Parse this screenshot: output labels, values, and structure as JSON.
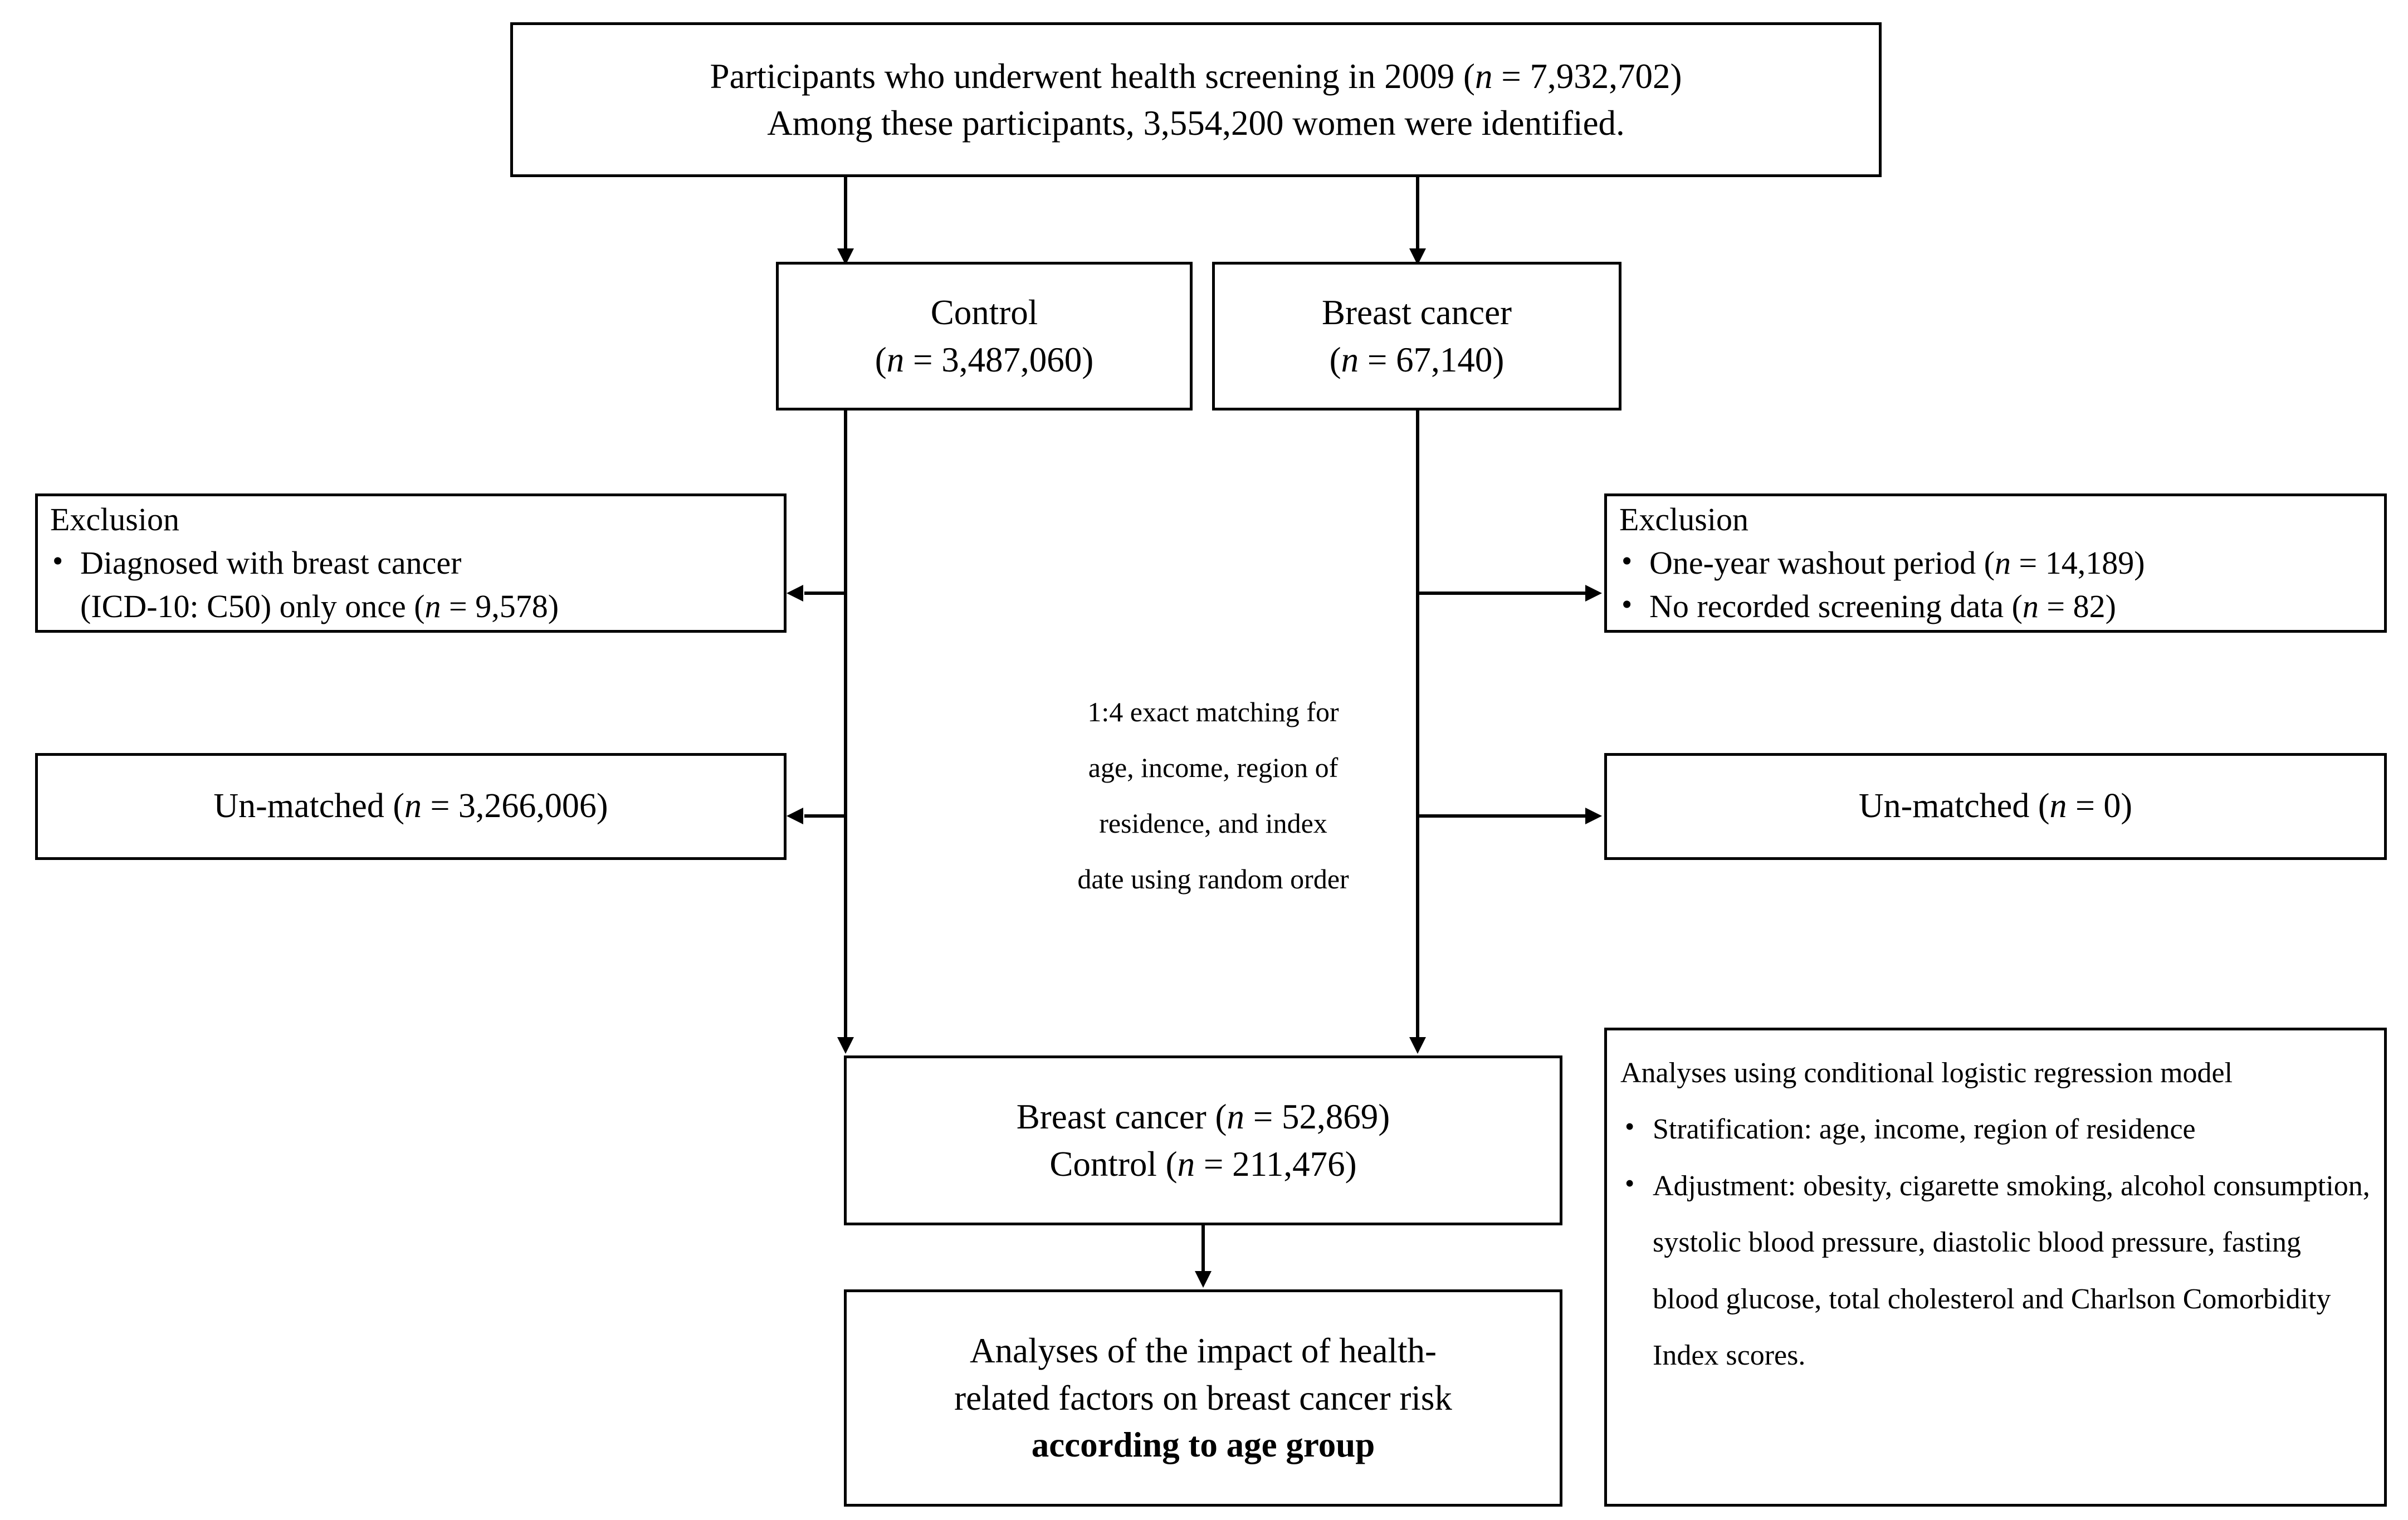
{
  "diagram": {
    "title": "Study population flow diagram",
    "colors": {
      "stroke": "#000000",
      "background": "#ffffff",
      "text": "#000000"
    }
  },
  "boxes": {
    "source": {
      "name": "source-population",
      "line1_a": "Participants who underwent health screening in 2009 (",
      "line1_n": "n",
      "line1_b": " = 7,932,702)",
      "line2": "Among these participants, 3,554,200 women were identified."
    },
    "control": {
      "name": "control-group",
      "line1": "Control",
      "line2_a": "(",
      "line2_n": "n",
      "line2_b": " = 3,487,060)"
    },
    "breast_cancer": {
      "name": "breast-cancer-group",
      "line1": "Breast cancer",
      "line2_a": "(",
      "line2_n": "n",
      "line2_b": " =  67,140)"
    },
    "exclusion_left": {
      "name": "exclusion-control",
      "heading": "Exclusion",
      "item1_line1": "Diagnosed with breast cancer",
      "item1_line2_a": "(ICD-10: C50) only once (",
      "item1_line2_n": "n",
      "item1_line2_b": " = 9,578)"
    },
    "exclusion_right": {
      "name": "exclusion-breast-cancer",
      "heading": "Exclusion",
      "item1_a": "One-year washout period (",
      "item1_n": "n",
      "item1_b": " = 14,189)",
      "item2_a": "No recorded screening data (",
      "item2_n": "n",
      "item2_b": " = 82)"
    },
    "unmatched_left": {
      "name": "unmatched-control",
      "text_a": "Un-matched (",
      "text_n": "n",
      "text_b": " = 3,266,006)"
    },
    "unmatched_right": {
      "name": "unmatched-breast-cancer",
      "text_a": "Un-matched (",
      "text_n": "n",
      "text_b": " = 0)"
    },
    "matched": {
      "name": "matched-cohort",
      "line1_a": "Breast cancer (",
      "line1_n": "n",
      "line1_b": " = 52,869)",
      "line2_a": "Control (",
      "line2_n": "n",
      "line2_b": " = 211,476)"
    },
    "outcome": {
      "name": "analysis-outcome",
      "line1": "Analyses of the impact of health-",
      "line2": "related factors on breast cancer risk",
      "line3_bold": "according to age group"
    },
    "methods": {
      "name": "statistical-methods",
      "heading": "Analyses using conditional logistic regression model",
      "item1": "Stratification: age, income, region of residence",
      "item2": "Adjustment: obesity, cigarette smoking, alcohol consumption, systolic blood pressure, diastolic blood pressure, fasting blood glucose, total cholesterol and Charlson Comorbidity Index scores."
    }
  },
  "annotations": {
    "matching": {
      "name": "matching-annotation",
      "line1": "1:4 exact matching for",
      "line2": "age, income, region of",
      "line3": "residence, and index",
      "line4": "date using random order"
    }
  }
}
